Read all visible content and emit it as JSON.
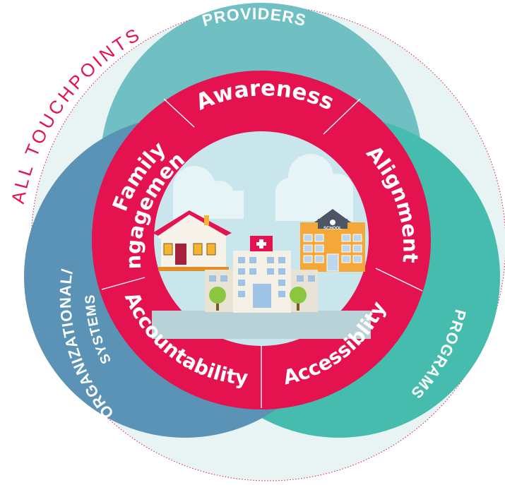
{
  "outer_label": "ALL TOUCHPOINTS",
  "venn": {
    "top_label": "PROVIDERS",
    "left_label_line1": "ORGANIZATIONAL/",
    "left_label_line2": "SYSTEMS",
    "right_label": "PROGRAMS"
  },
  "ring": {
    "top": "Awareness",
    "left_line1": "Family",
    "left_line2": "Engagement",
    "right": "Alignment",
    "bottom_left": "Accountability",
    "bottom_right": "Accessiblity"
  },
  "illustration": {
    "school_sign": "SCHOOL"
  },
  "colors": {
    "outer_circle": "#e8f4f4",
    "providers": "#6fbfc3",
    "organizational": "#5a93b5",
    "programs": "#45bcad",
    "ring": "#e4124e",
    "sky": "#c9e6ec"
  }
}
